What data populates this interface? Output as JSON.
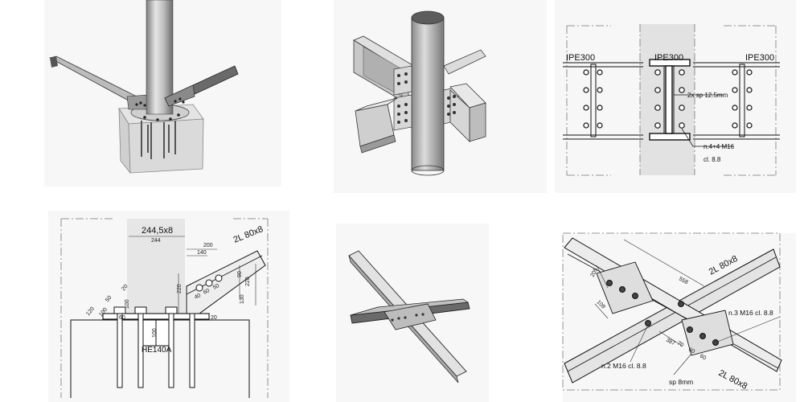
{
  "top_right": {
    "beam_left": "IPE300",
    "beam_center": "IPE300",
    "beam_right": "IPE300",
    "plate_note": "2x sp 12.5mm",
    "bolts_line1": "n.4+4 M16",
    "bolts_line2": "cl. 8.8"
  },
  "bottom_left": {
    "tube_size": "244,5x8",
    "dim_244": "244",
    "dim_200": "200",
    "dim_140": "140",
    "angle_label": "2L 80x8",
    "dim_90": "90",
    "dim_220a": "220",
    "dim_130": "130",
    "dim_220b": "220",
    "dim_20": "20",
    "dim_100a": "100",
    "dim_50": "50",
    "dim_120": "120",
    "dim_100b": "100",
    "dim_40a": "40",
    "dim_60a": "60",
    "dim_50b": "50",
    "dim_60b": "60",
    "dim_20b": "20",
    "dim_100c": "100",
    "column_label": "HE140A"
  },
  "bottom_right": {
    "angle_top": "2L 80x8",
    "angle_bottom": "2L 80x8",
    "dim_558": "558",
    "dim_205": "205",
    "dim_109": "109",
    "dim_387": "387",
    "dim_70": "70",
    "dim_60a": "60",
    "dim_60b": "60",
    "bolts_right": "n.3 M16 cl. 8.8",
    "bolts_left": "n.2 M16 cl. 8.8",
    "plate": "sp 8mm"
  }
}
